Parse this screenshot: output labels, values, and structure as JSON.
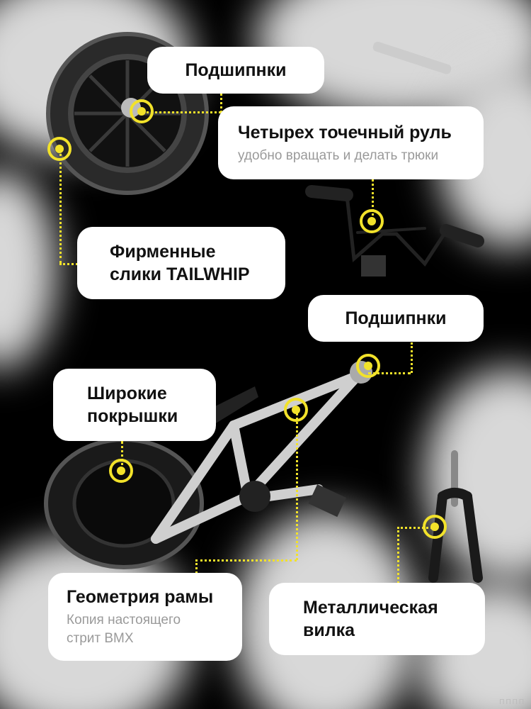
{
  "labels": {
    "bearings_top": "Подшипнки",
    "handlebar_title": "Четырех точечный руль",
    "handlebar_sub": "удобно вращать и делать трюки",
    "slicks_title": "Фирменные\nслики TAILWHIP",
    "bearings_mid": "Подшипнки",
    "tires_title": "Широкие\nпокрышки",
    "frame_title": "Геометрия рамы",
    "frame_sub": "Копия настоящего\nстрит BMX",
    "fork_title": "Металлическая\nвилка"
  },
  "watermark": "ПППП",
  "colors": {
    "accent": "#f2e22a",
    "card": "#ffffff",
    "background": "#000000",
    "subtext": "#9a9a9a"
  }
}
